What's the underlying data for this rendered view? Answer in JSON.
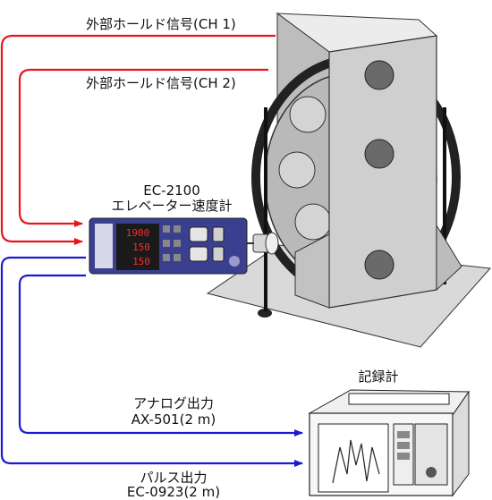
{
  "labels": {
    "ext_hold_ch1": "外部ホールド信号(CH 1)",
    "ext_hold_ch2": "外部ホールド信号(CH 2)",
    "meter_model": "EC-2100",
    "meter_name": "エレベーター速度計",
    "analog_out_title": "アナログ出力",
    "analog_out_model": "AX-501(2 m)",
    "pulse_out_title": "パルス出力",
    "pulse_out_model": "EC-0923(2 m)",
    "recorder_title": "記録計"
  },
  "device_panel": {
    "display_top": "1900",
    "display_mid": "150",
    "display_bottom": "150"
  },
  "colors": {
    "hold_signal_line": "#e8141b",
    "output_line": "#1a1ad0",
    "machine_gray": "#c8c8c8",
    "base_plate": "#d9d9d9",
    "device_blue": "#3b3f8f",
    "segment_red": "#ff2a2a"
  }
}
